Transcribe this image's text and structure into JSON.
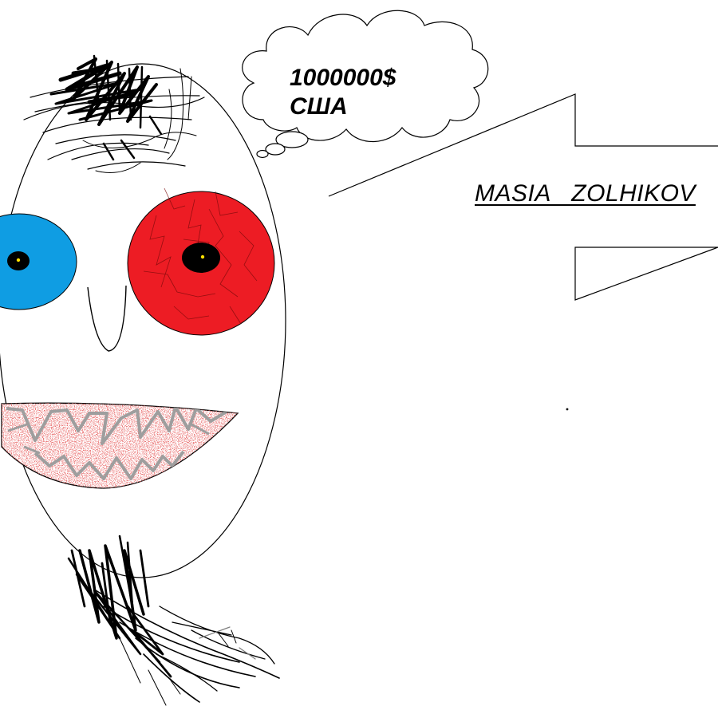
{
  "thought_bubble": {
    "line_1": "1000000$",
    "line_2": "США"
  },
  "arrow": {
    "label": "MASIA   ZOLHIKOV"
  },
  "colors": {
    "left_eye": "#0f9de3",
    "right_eye": "#ed1c24",
    "pupil": "#000000",
    "pupil_glint": "#ffe000",
    "teeth_outline": "#9e9e9e",
    "teeth_blood": "#d02828",
    "scribble": "#000000"
  },
  "icons": {
    "face": "egg-shaped-face",
    "hair": "scribble-hair",
    "beard": "scribble-beard",
    "arrow": "left-pointing-arrow",
    "bubble": "thought-cloud"
  }
}
